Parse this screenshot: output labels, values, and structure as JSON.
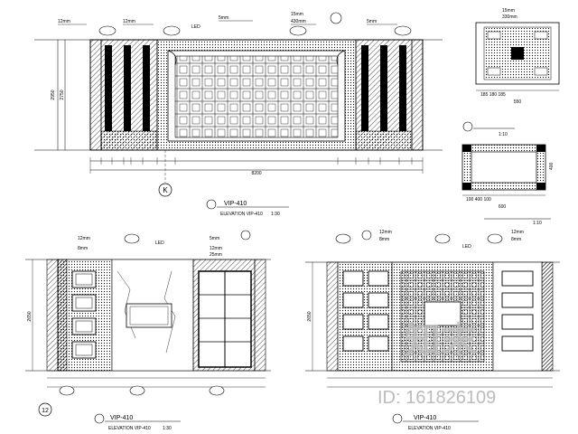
{
  "labels": {
    "top_12mm_a": "12mm",
    "top_12mm_b": "12mm",
    "top_led": "LED",
    "top_5mm_a": "5mm",
    "top_15mm": "15mm",
    "top_430mm": "430mm",
    "top_5mm_b": "5mm",
    "top_dim_width": "8200",
    "top_grid_k": "K",
    "top_vheight_a": "2950",
    "top_vheight_b": "2750",
    "top_title": "VIP-410",
    "top_elev": "ELEVATION  VIP-410",
    "top_scale": "1:30",
    "detail_15mm": "15mm",
    "detail_330mm": "330mm",
    "detail_dims": "185   180   185",
    "detail_total": "550",
    "detail_a_scale": "1:10",
    "detail_b_dims": "100    400    100",
    "detail_b_total": "600",
    "detail_b_scale": "1:10",
    "detail_b_height": "400",
    "bl_12mm": "12mm",
    "bl_8mm": "8mm",
    "bl_led": "LED",
    "bl_5mm": "5mm",
    "bl_12mm_b": "12mm",
    "bl_25mm": "25mm",
    "bl_grid": "12",
    "bl_height": "2650",
    "bl_title": "VIP-410",
    "bl_elev": "ELEVATION  VIP-410",
    "bl_scale": "1:30",
    "br_12mm": "12mm",
    "br_8mm": "8mm",
    "br_led": "LED",
    "br_12mm_b": "12mm",
    "br_8mm_b": "8mm",
    "br_height": "2650",
    "br_title": "VIP-410",
    "br_elev": "ELEVATION  VIP-410",
    "watermark_brand": "知末",
    "watermark_id": "ID: 161826109"
  }
}
